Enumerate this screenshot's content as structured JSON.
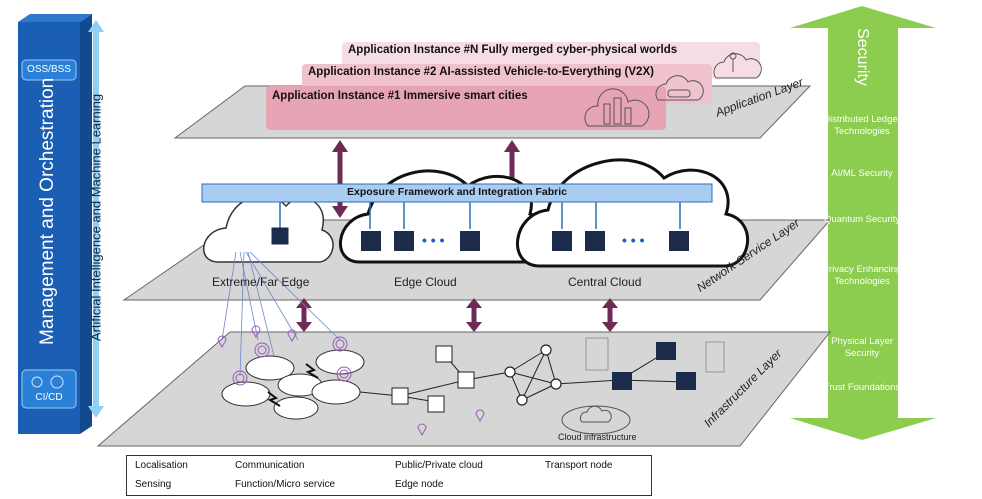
{
  "left_panel": {
    "title": "Management and Orchestration",
    "oss_bss": "OSS/BSS",
    "ci_cd": "CI/CD",
    "ai_ml": "Artificial Intelligence and Machine Learning",
    "color": "#1a5fb4"
  },
  "security": {
    "title": "Security",
    "items": [
      "Distributed Ledger Technologies",
      "AI/ML Security",
      "Quantum Security",
      "Privacy Enhancing Technologies",
      "Physical Layer Security",
      "Trust Foundations"
    ],
    "color": "#8ccc4f"
  },
  "application_layer": {
    "label": "Application Layer",
    "instances": [
      "Application Instance #N Fully merged cyber-physical worlds",
      "Application Instance #2 AI-assisted Vehicle-to-Everything (V2X)",
      "Application Instance #1 Immersive smart cities"
    ]
  },
  "exposure": {
    "label": "Exposure Framework and Integration Fabric",
    "color": "#a9cdf2"
  },
  "network_layer": {
    "label": "Network Service Layer",
    "clouds": [
      "Extreme/Far Edge",
      "Edge Cloud",
      "Central Cloud"
    ],
    "dots": "• • •"
  },
  "infrastructure_layer": {
    "label": "Infrastructure Layer",
    "cloud_infra": "Cloud infrastructure"
  },
  "legend": {
    "localisation": "Localisation",
    "communication": "Communication",
    "public_private_cloud": "Public/Private cloud",
    "transport_node": "Transport node",
    "sensing": "Sensing",
    "function_micro_service": "Function/Micro service",
    "edge_node": "Edge node"
  },
  "colors": {
    "arrow": "#6d2b55",
    "plane": "#d6d6d6",
    "app1": "#e6a4b5",
    "app2": "#efc2ce",
    "appN": "#f6dde4"
  }
}
